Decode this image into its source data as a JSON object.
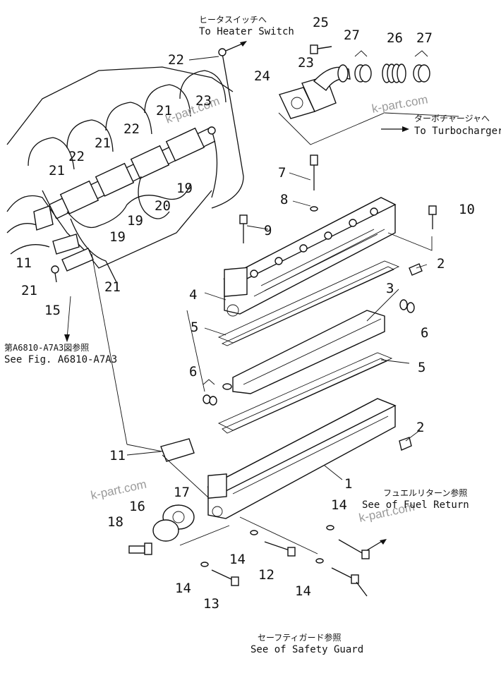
{
  "watermark": "k-part.com",
  "references": {
    "heater_switch_jp": "ヒータスイッチへ",
    "heater_switch_en": "To Heater Switch",
    "turbocharger_jp": "ターボチャージャへ",
    "turbocharger_en": "To Turbocharger",
    "fig_ref_jp": "第A6810-A7A3図参照",
    "fig_ref_en": "See Fig. A6810-A7A3",
    "fuel_return_jp": "フュエルリターン参照",
    "fuel_return_en": "See of Fuel Return",
    "safety_guard_jp": "セーフティガード参照",
    "safety_guard_en": "See of Safety Guard"
  },
  "callouts": {
    "c1": "1",
    "c2a": "2",
    "c2b": "2",
    "c3": "3",
    "c4": "4",
    "c5a": "5",
    "c5b": "5",
    "c6a": "6",
    "c6b": "6",
    "c7": "7",
    "c8": "8",
    "c9": "9",
    "c10": "10",
    "c11a": "11",
    "c11b": "11",
    "c12": "12",
    "c13": "13",
    "c14a": "14",
    "c14b": "14",
    "c14c": "14",
    "c14d": "14",
    "c15": "15",
    "c16": "16",
    "c17": "17",
    "c18": "18",
    "c19a": "19",
    "c19b": "19",
    "c19c": "19",
    "c20": "20",
    "c21a": "21",
    "c21b": "21",
    "c21c": "21",
    "c21d": "21",
    "c21e": "21",
    "c22a": "22",
    "c22b": "22",
    "c22c": "22",
    "c23a": "23",
    "c23b": "23",
    "c24": "24",
    "c25": "25",
    "c26": "26",
    "c27a": "27",
    "c27b": "27"
  }
}
